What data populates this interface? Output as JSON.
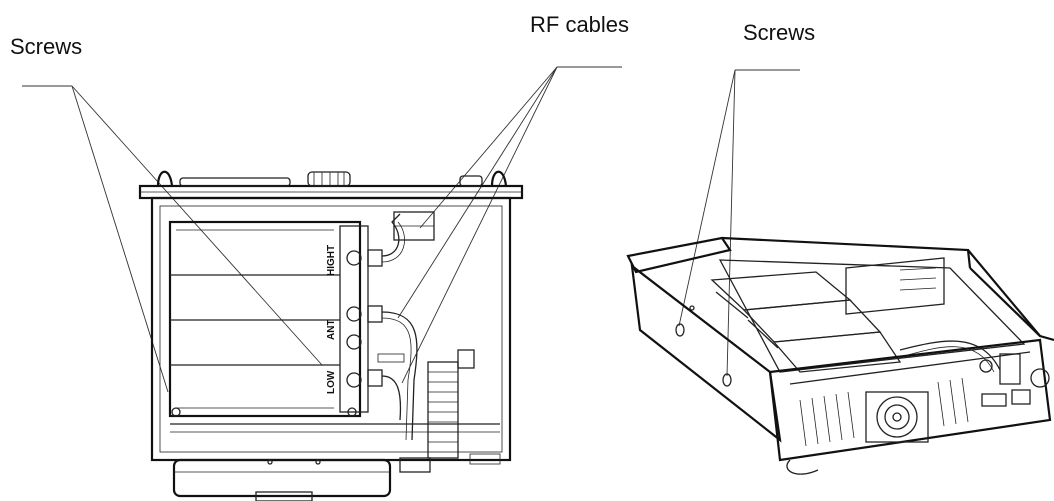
{
  "labels": {
    "screws_left": "Screws",
    "rf_cables": "RF cables",
    "screws_right": "Screws"
  },
  "slot_labels": {
    "high": "HIGHT",
    "ant": "ANT",
    "low": "LOW"
  },
  "colors": {
    "line": "#222222",
    "background": "#ffffff"
  }
}
